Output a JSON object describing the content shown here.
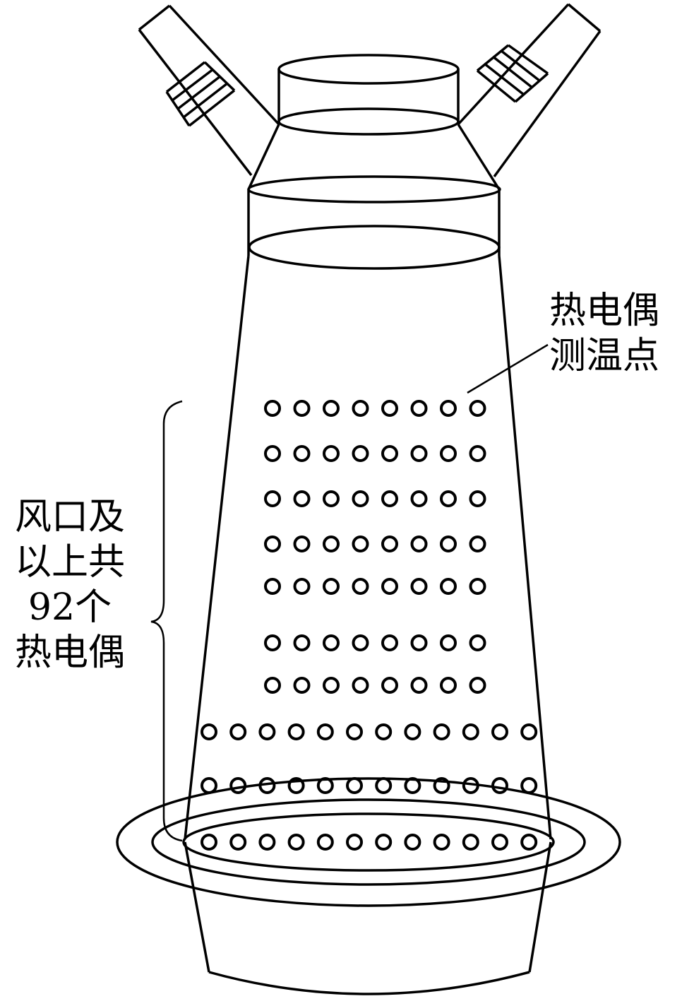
{
  "labels": {
    "measurement_point": [
      "热电偶",
      "测温点"
    ],
    "summary": [
      "风口及",
      "以上共",
      "92个",
      "热电偶"
    ]
  },
  "thermocouple_rows": [
    {
      "count": 8
    },
    {
      "count": 8
    },
    {
      "count": 8
    },
    {
      "count": 8
    },
    {
      "count": 8
    },
    {
      "count": 8
    },
    {
      "count": 8
    },
    {
      "count": 12
    },
    {
      "count": 12
    },
    {
      "count": 12
    }
  ],
  "colors": {
    "stroke": "#000000",
    "background": "#ffffff"
  }
}
